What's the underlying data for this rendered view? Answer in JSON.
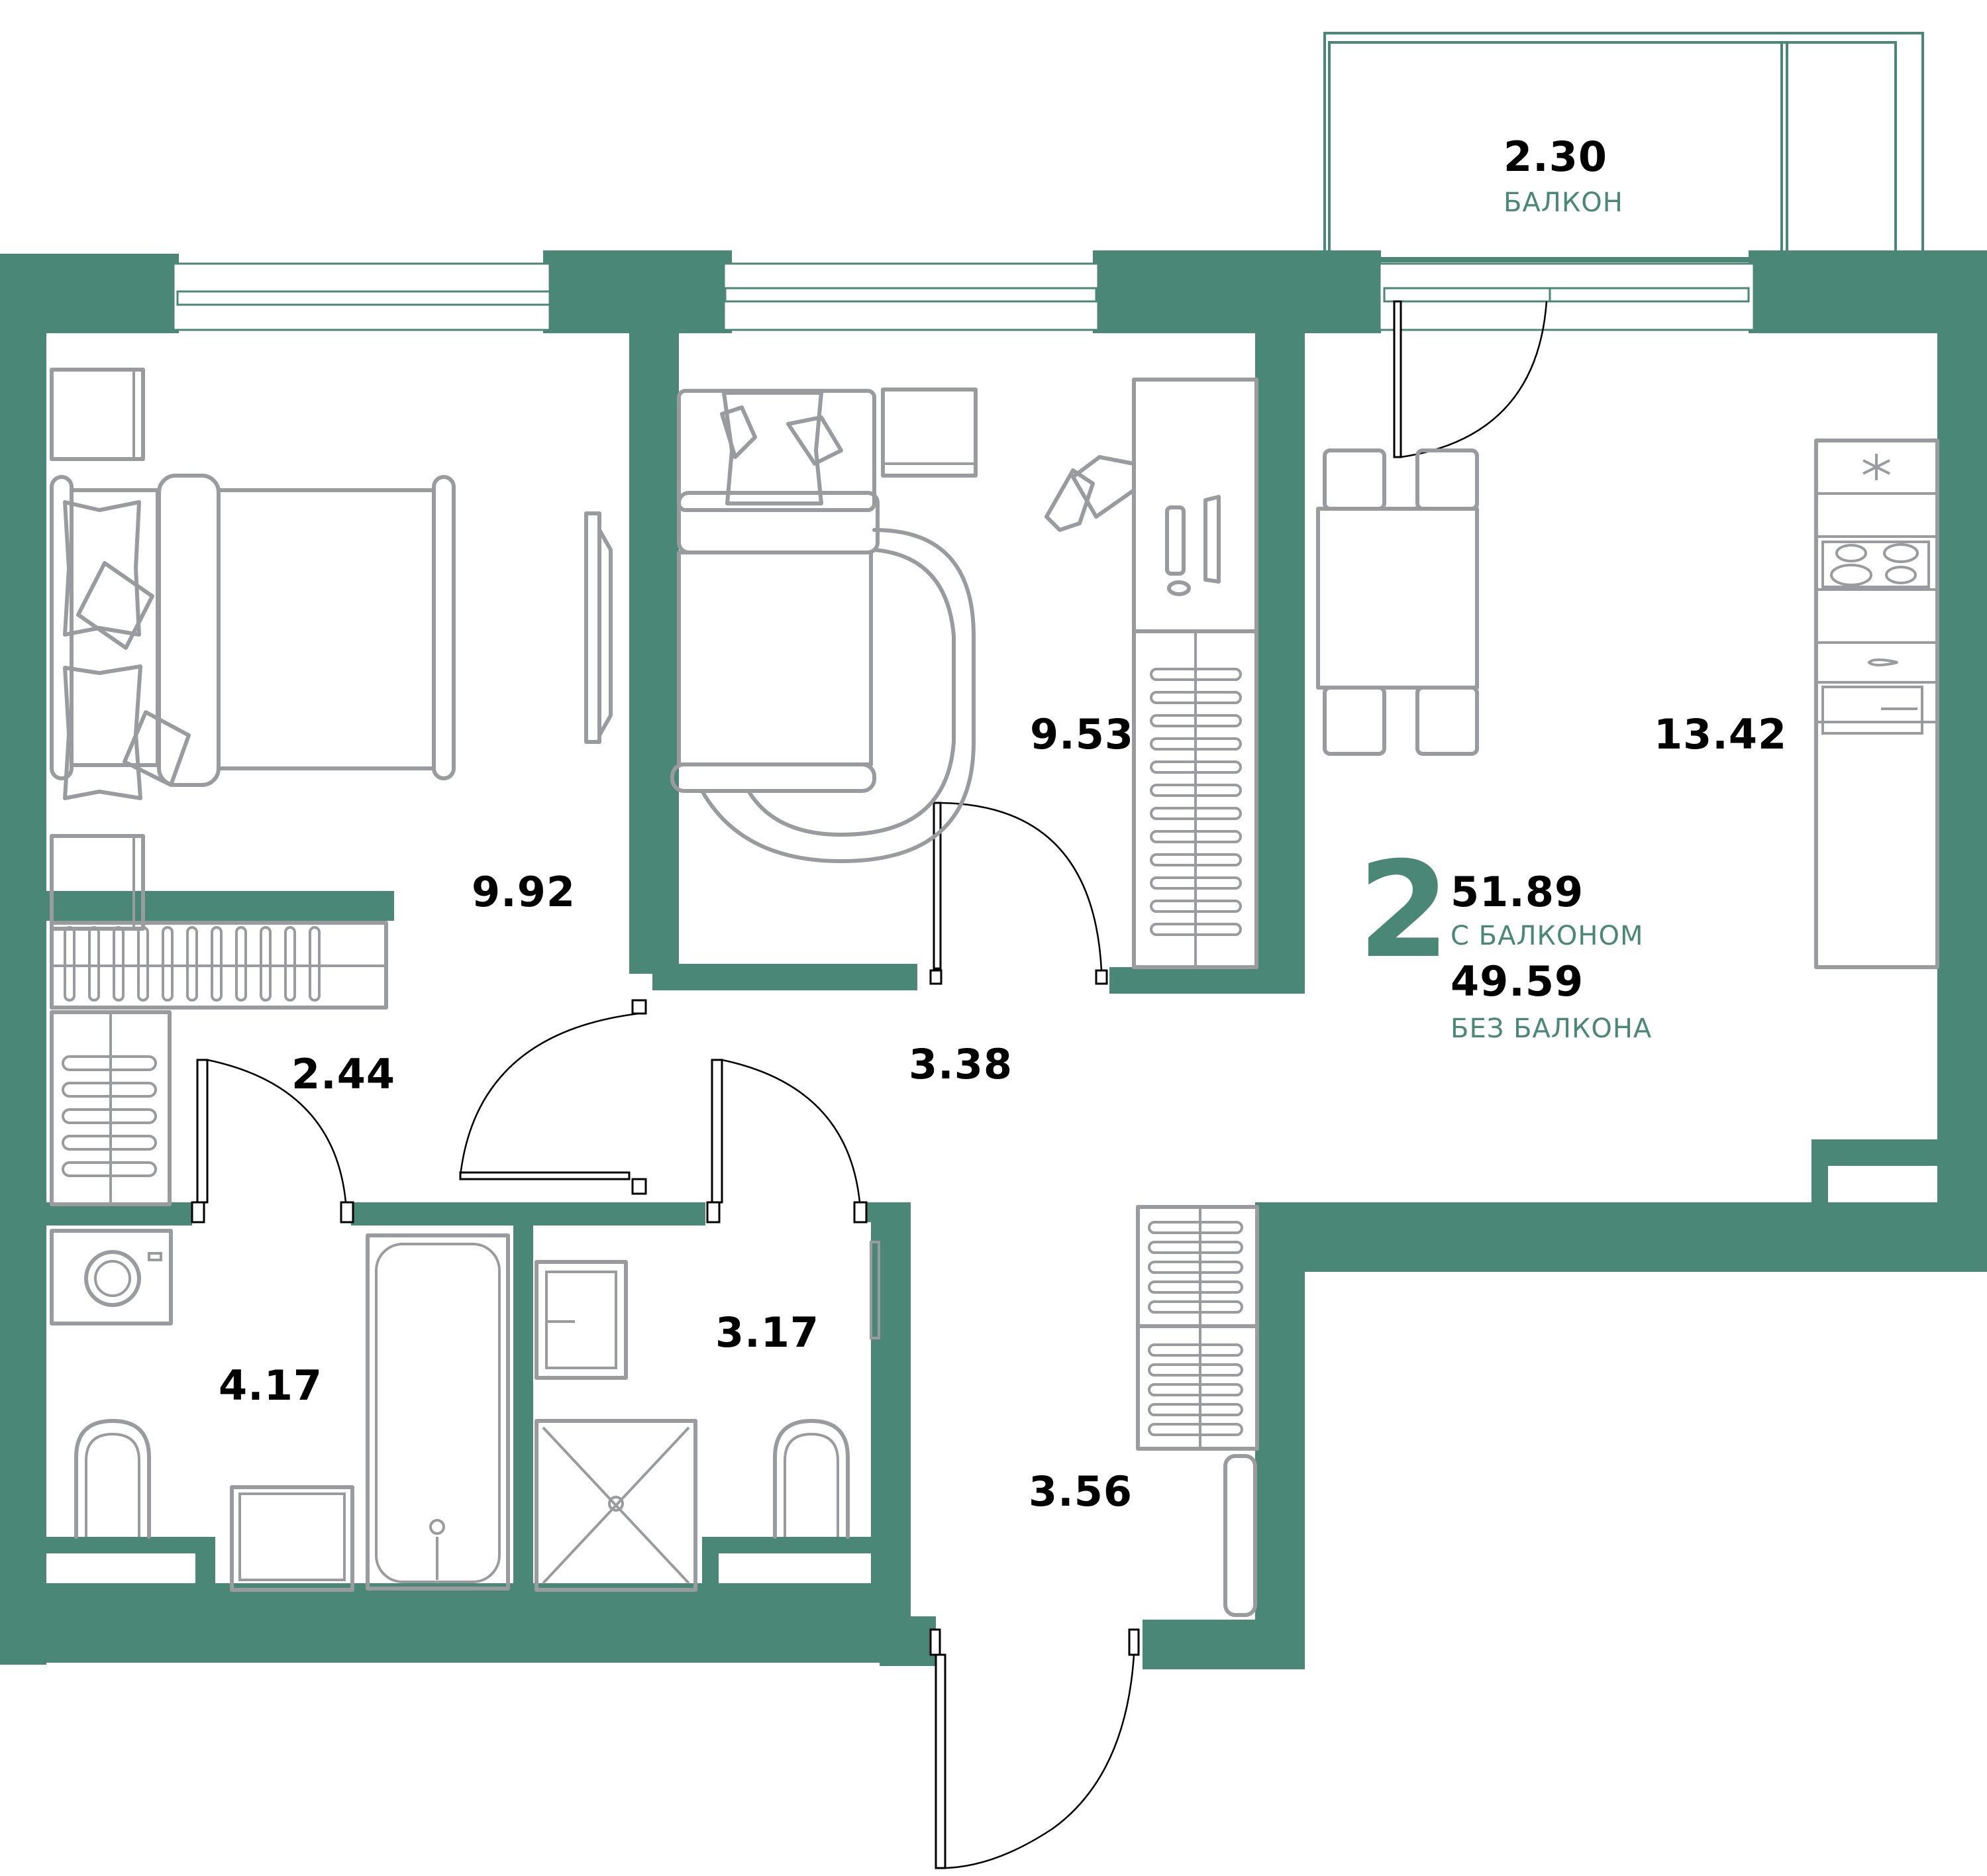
{
  "plan": {
    "room_count": "2",
    "area_with_balcony": "51.89",
    "area_with_balcony_label": "С БАЛКОНОМ",
    "area_without_balcony": "49.59",
    "area_without_balcony_label": "БЕЗ БАЛКОНА"
  },
  "colors": {
    "wall": "#4a8777",
    "furniture": "#9a9b9e",
    "text": "#000000",
    "accent_text": "#4a8777"
  },
  "rooms": [
    {
      "id": "balcony",
      "area": "2.30",
      "label": "БАЛКОН"
    },
    {
      "id": "bedroom-1",
      "area": "9.92"
    },
    {
      "id": "bedroom-2",
      "area": "9.53"
    },
    {
      "id": "kitchen-living",
      "area": "13.42"
    },
    {
      "id": "wardrobe",
      "area": "2.44"
    },
    {
      "id": "corridor",
      "area": "3.38"
    },
    {
      "id": "bathroom",
      "area": "4.17"
    },
    {
      "id": "wc",
      "area": "3.17"
    },
    {
      "id": "hallway",
      "area": "3.56"
    }
  ],
  "icons": {
    "freezer": "snowflake-icon",
    "stove": "cooktop-icon",
    "sink": "sink-icon"
  }
}
